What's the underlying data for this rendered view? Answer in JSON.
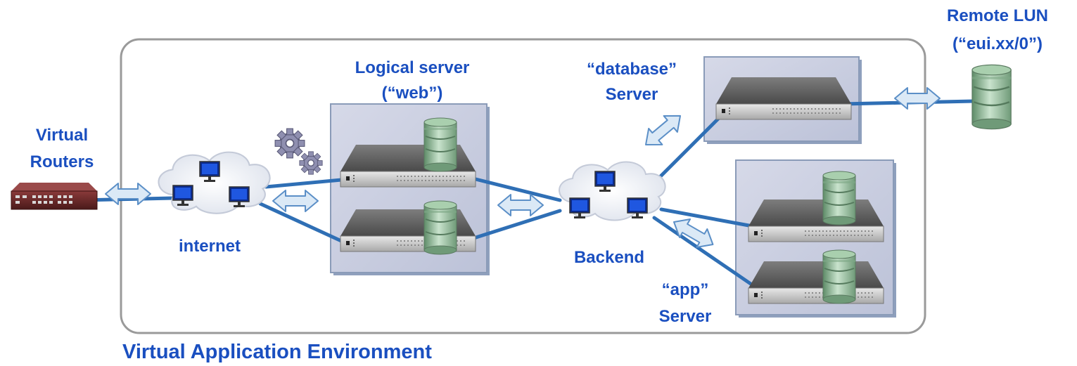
{
  "labels": {
    "virtual_routers": [
      "Virtual",
      "Routers"
    ],
    "internet": "internet",
    "logical_server_web": [
      "Logical server",
      "(“web”)"
    ],
    "backend": "Backend",
    "database_server": [
      "“database”",
      "Server"
    ],
    "app_server": [
      "“app”",
      "Server"
    ],
    "remote_lun": [
      "Remote LUN",
      "(“eui.xx/0”)"
    ],
    "environment": "Virtual Application Environment"
  },
  "colors": {
    "label": "#1a4fc0",
    "link": "#2f6fb5",
    "panel": "#c8cde0",
    "panel_border": "#8a9bb8",
    "environment_border": "#9a9a9a",
    "database": "#8fb897",
    "arrow_fill": "#dbe9f6",
    "arrow_stroke": "#5b8fc7",
    "router_body": "#6e2a2a"
  },
  "icons": [
    "router-icon",
    "cloud-network-icon",
    "server-icon",
    "database-icon",
    "gears-icon",
    "double-arrow-icon"
  ]
}
